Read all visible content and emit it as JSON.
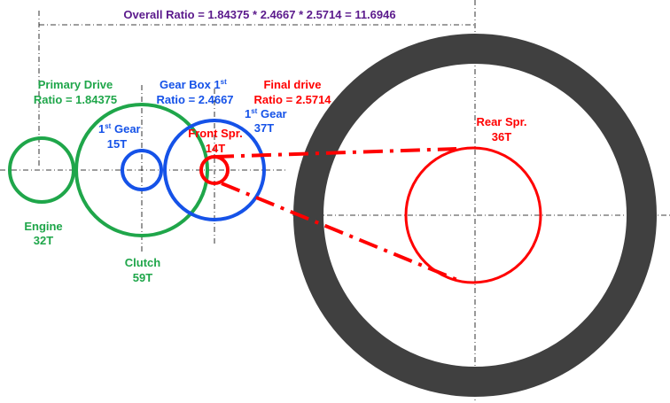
{
  "overall_ratio": "Overall Ratio = 1.84375 * 2.4667 * 2.5714 = 11.6946",
  "primary": {
    "line1": "Primary Drive",
    "line2": "Ratio = 1.84375"
  },
  "gearbox": {
    "line1": "Gear Box 1",
    "sup": "st",
    "line2": "Ratio = 2.4667"
  },
  "final": {
    "line1": "Final drive",
    "line2": "Ratio = 2.5714"
  },
  "engine": {
    "name": "Engine",
    "teeth": "32T"
  },
  "clutch": {
    "name": "Clutch",
    "teeth": "59T"
  },
  "first_gear_small": {
    "num": "1",
    "sup": "st",
    "word": " Gear",
    "teeth": "15T"
  },
  "first_gear_large": {
    "num": "1",
    "sup": "st",
    "word": " Gear",
    "teeth": "37T"
  },
  "front_sprocket": {
    "name": "Front Spr.",
    "teeth": "14T"
  },
  "rear_sprocket": {
    "name": "Rear Spr.",
    "teeth": "36T"
  },
  "colors": {
    "green": "#1fa64a",
    "blue": "#1552e8",
    "red": "#ff0000",
    "purple": "#5b1a8c",
    "tire": "#404040"
  }
}
